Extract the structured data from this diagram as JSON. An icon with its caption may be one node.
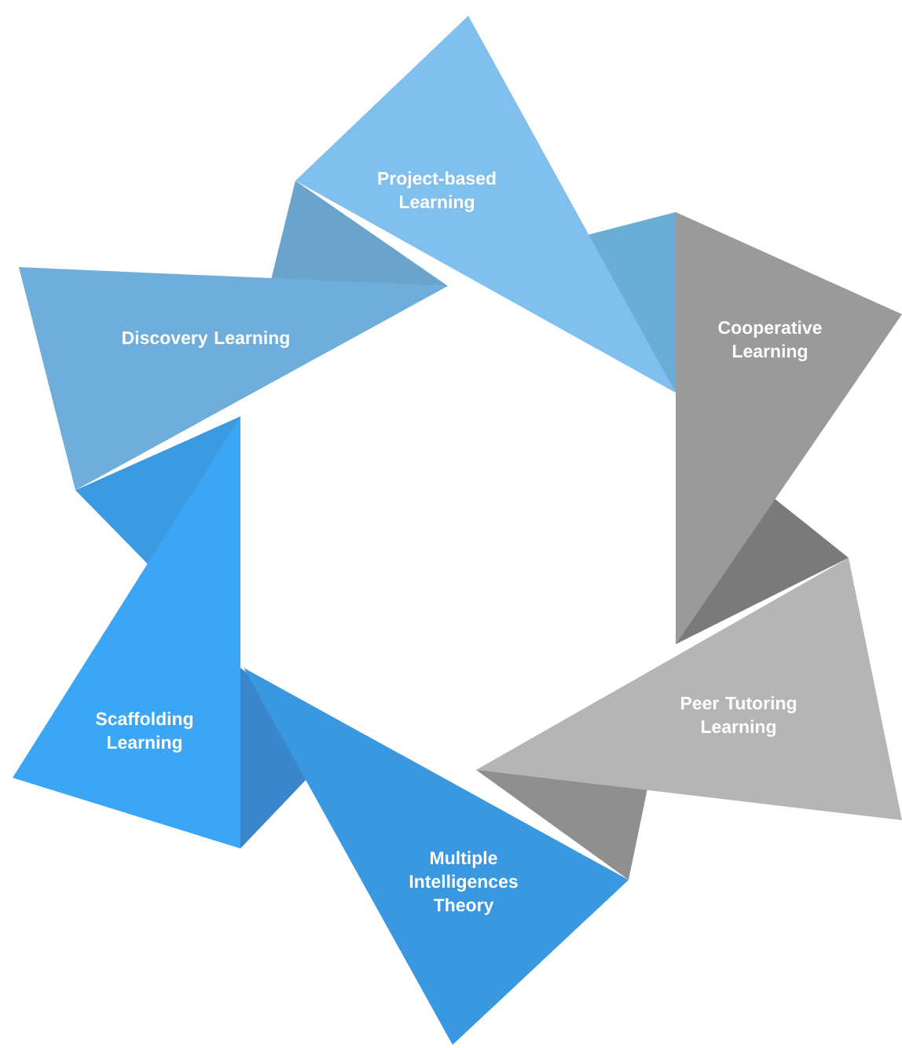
{
  "diagram": {
    "nodes": [
      {
        "text": [
          "Project-based Learning"
        ]
      },
      {
        "text": [
          "Cooperative Learning"
        ]
      },
      {
        "text": [
          "Peer Tutoring Learning"
        ]
      },
      {
        "text": [
          "Multiple Intelligences Theory"
        ]
      },
      {
        "text": [
          "Scaffolding Learning"
        ]
      },
      {
        "text": [
          "Discovery Learning"
        ]
      }
    ]
  }
}
